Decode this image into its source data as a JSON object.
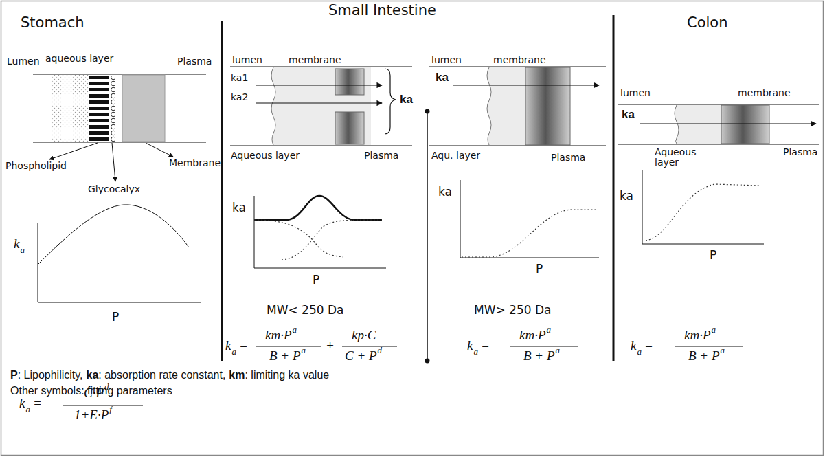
{
  "diagram": {
    "labels": [
      "Stomach",
      "Small Intestine",
      "Colon",
      "Lumen",
      "aqueous layer",
      "Plasma",
      "Phospholipid",
      "Membrane",
      "Glycocalyx",
      "k",
      "a",
      "P",
      "k",
      "a",
      "=",
      "C·P",
      "d",
      "1+E·P",
      "f",
      "lumen",
      "membrane",
      "ka1",
      "ka2",
      "ka",
      "Aqueous layer",
      "Plasma",
      "ka",
      "P",
      "MW< 250 Da",
      "k",
      "a",
      "=",
      "km·P",
      "a",
      "B + P",
      "a",
      "+",
      "kp·C",
      "C + P",
      "d",
      "lumen",
      "membrane",
      "ka",
      "Aqu. layer",
      "Plasma",
      "ka",
      "P",
      "MW> 250 Da",
      "k",
      "a",
      "=",
      "km·P",
      "a",
      "B + P",
      "a",
      "lumen",
      "membrane",
      "ka",
      "Aqueous layer",
      "Plasma",
      "ka",
      "P",
      "k",
      "a",
      "=",
      "km·P",
      "a",
      "B + P",
      "a",
      "P",
      ": Lipophilicity,",
      "ka",
      ": absorption rate constant,",
      "km",
      ": limiting ka value",
      "Other symbols: fitting parameters"
    ]
  }
}
